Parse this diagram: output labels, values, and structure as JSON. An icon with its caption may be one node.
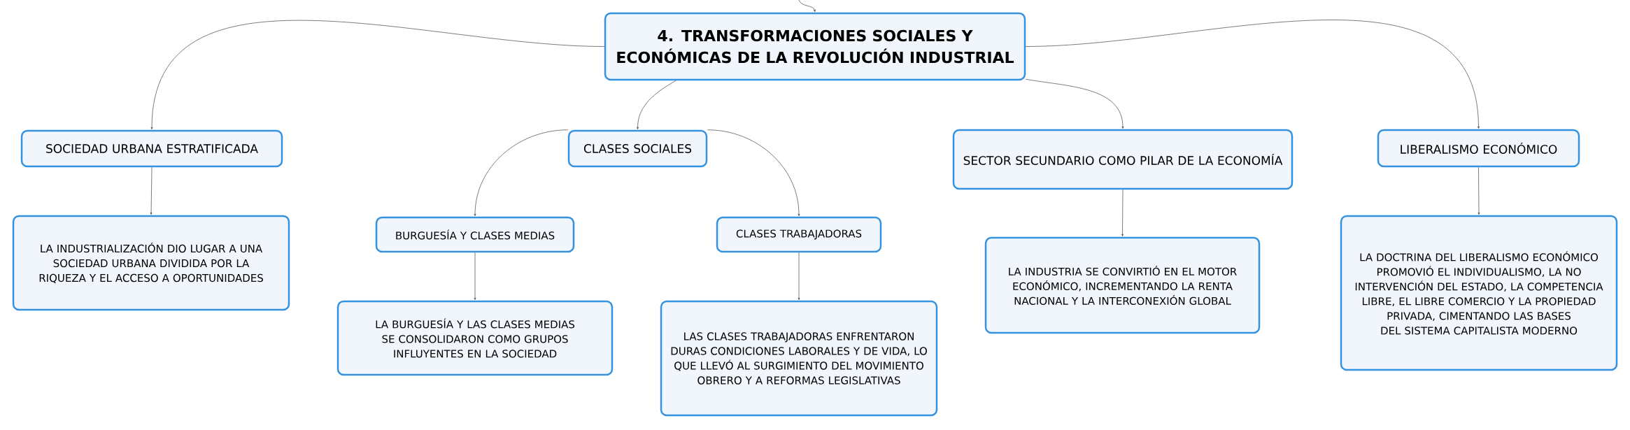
{
  "diagram": {
    "nodes": [
      {
        "text": [
          "4. TRANSFORMACIONES SOCIALES Y ECONÓMICAS DE LA REVOLUCIÓN INDUSTRIAL"
        ]
      },
      {
        "text": [
          "SOCIEDAD URBANA ESTRATIFICADA"
        ]
      },
      {
        "text": [
          "LA INDUSTRIALIZACIÓN DIO LUGAR A UNA SOCIEDAD URBANA DIVIDIDA POR LA RIQUEZA Y EL ACCESO A OPORTUNIDADES"
        ]
      },
      {
        "text": [
          "CLASES SOCIALES"
        ]
      },
      {
        "text": [
          "BURGUESÍA Y CLASES MEDIAS"
        ]
      },
      {
        "text": [
          "LA BURGUESÍA Y LAS CLASES MEDIAS SE CONSOLIDARON COMO GRUPOS INFLUYENTES EN LA SOCIEDAD"
        ]
      },
      {
        "text": [
          "CLASES TRABAJADORAS"
        ]
      },
      {
        "text": [
          "LAS CLASES TRABAJADORAS ENFRENTARON DURAS CONDICIONES LABORALES Y DE VIDA, LO QUE LLEVÓ AL SURGIMIENTO DEL MOVIMIENTO OBRERO Y A REFORMAS LEGISLATIVAS"
        ]
      },
      {
        "text": [
          "SECTOR SECUNDARIO COMO PILAR DE LA ECONOMÍA"
        ]
      },
      {
        "text": [
          "LA INDUSTRIA SE CONVIRTIÓ EN EL MOTOR ECONÓMICO, INCREMENTANDO LA RENTA NACIONAL Y LA INTERCONEXIÓN GLOBAL"
        ]
      },
      {
        "text": [
          "LIBERALISMO ECONÓMICO"
        ]
      },
      {
        "text": [
          "LA DOCTRINA DEL LIBERALISMO ECONÓMICO PROMOVIÓ EL INDIVIDUALISMO, LA NO INTERVENCIÓN DEL ESTADO, LA COMPETENCIA LIBRE, EL LIBRE COMERCIO Y LA PROPIEDAD PRIVADA, CIMENTANDO LAS BASES DEL SISTEMA CAPITALISTA MODERNO"
        ]
      }
    ],
    "edges": [
      {
        "from": null,
        "to": 0,
        "arrow": "to"
      },
      {
        "from": 0,
        "to": 1,
        "arrow": "to"
      },
      {
        "from": 0,
        "to": 3,
        "arrow": "to"
      },
      {
        "from": 0,
        "to": 8,
        "arrow": "to"
      },
      {
        "from": 0,
        "to": 10,
        "arrow": "to"
      },
      {
        "from": 1,
        "to": 2,
        "arrow": "to"
      },
      {
        "from": 3,
        "to": 4,
        "arrow": "to"
      },
      {
        "from": 3,
        "to": 6,
        "arrow": "to"
      },
      {
        "from": 4,
        "to": 5,
        "arrow": "to"
      },
      {
        "from": 6,
        "to": 7,
        "arrow": "to"
      },
      {
        "from": 8,
        "to": 9,
        "arrow": "to"
      },
      {
        "from": 10,
        "to": 11,
        "arrow": "to"
      }
    ]
  }
}
